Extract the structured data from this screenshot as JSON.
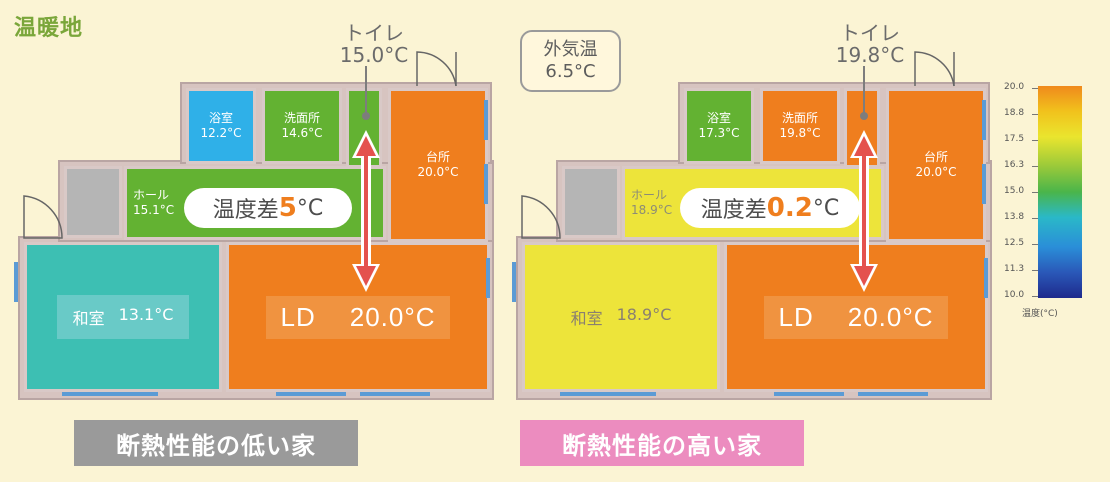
{
  "heading": "温暖地",
  "outside": {
    "label": "外気温",
    "temp": "6.5°C"
  },
  "left_plan": {
    "toilet": {
      "label": "トイレ",
      "temp": "15.0°C"
    },
    "bath": {
      "name": "浴室",
      "temp": "12.2°C"
    },
    "wash": {
      "name": "洗面所",
      "temp": "14.6°C"
    },
    "kitchen": {
      "name": "台所",
      "temp": "20.0°C"
    },
    "hall": {
      "name": "ホール",
      "temp": "15.1°C"
    },
    "washitsu": {
      "name": "和室",
      "temp": "13.1°C"
    },
    "ld": {
      "name": "LD",
      "temp": "20.0°C"
    },
    "diff": {
      "prefix": "温度差",
      "value": "5",
      "unit": "°C"
    },
    "caption": "断熱性能の低い家",
    "colors": {
      "bath": "#2fb0e8",
      "wash": "#63b232",
      "toilet": "#63b232",
      "kitchen": "#ef7e1e",
      "hall": "#63b232",
      "washitsu": "#3dbfb3",
      "ld": "#ef7e1e"
    }
  },
  "right_plan": {
    "toilet": {
      "label": "トイレ",
      "temp": "19.8°C"
    },
    "bath": {
      "name": "浴室",
      "temp": "17.3°C"
    },
    "wash": {
      "name": "洗面所",
      "temp": "19.8°C"
    },
    "kitchen": {
      "name": "台所",
      "temp": "20.0°C"
    },
    "hall": {
      "name": "ホール",
      "temp": "18.9°C"
    },
    "washitsu": {
      "name": "和室",
      "temp": "18.9°C"
    },
    "ld": {
      "name": "LD",
      "temp": "20.0°C"
    },
    "diff": {
      "prefix": "温度差",
      "value": "0.2",
      "unit": "°C"
    },
    "caption": "断熱性能の高い家",
    "colors": {
      "bath": "#63b232",
      "wash": "#ef7e1e",
      "toilet": "#ef7e1e",
      "kitchen": "#ef7e1e",
      "hall": "#ede43a",
      "washitsu": "#ede43a",
      "ld": "#ef7e1e"
    }
  },
  "legend": {
    "ticks": [
      "20.0",
      "18.8",
      "17.5",
      "16.3",
      "15.0",
      "13.8",
      "12.5",
      "11.3",
      "10.0"
    ],
    "unit_label": "温度(°C)",
    "tick_values": [
      20.0,
      18.8,
      17.5,
      16.3,
      15.0,
      13.8,
      12.5,
      11.3,
      10.0
    ]
  },
  "caption_colors": {
    "low": "#9a9a9a",
    "high": "#ec8cbf"
  },
  "accent": "#ef7e1e"
}
